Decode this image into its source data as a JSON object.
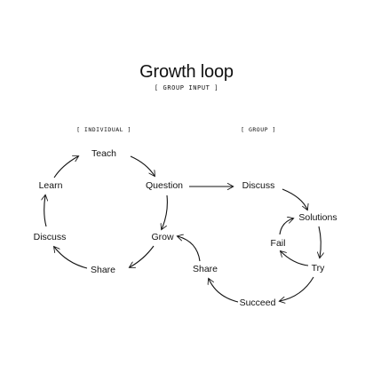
{
  "title": "Growth loop",
  "subtitle": "[ GROUP INPUT ]",
  "sections": {
    "individual": "[ INDIVIDUAL ]",
    "group": "[ GROUP ]"
  },
  "nodes": {
    "teach": "Teach",
    "question": "Question",
    "grow": "Grow",
    "share_left": "Share",
    "discuss_left": "Discuss",
    "learn": "Learn",
    "discuss_right": "Discuss",
    "solutions": "Solutions",
    "try": "Try",
    "fail": "Fail",
    "succeed": "Succeed",
    "share_right": "Share"
  },
  "colors": {
    "ink": "#111111",
    "background": "#ffffff"
  }
}
